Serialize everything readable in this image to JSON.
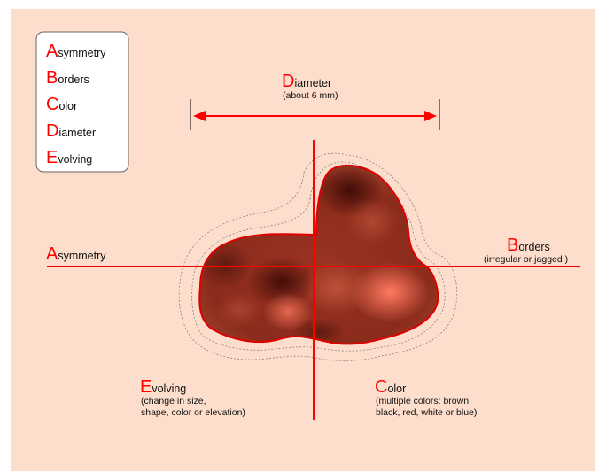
{
  "legend": {
    "items": [
      {
        "initial": "A",
        "rest": "symmetry"
      },
      {
        "initial": "B",
        "rest": "orders"
      },
      {
        "initial": "C",
        "rest": "olor"
      },
      {
        "initial": "D",
        "rest": "iameter"
      },
      {
        "initial": "E",
        "rest": "volving"
      }
    ]
  },
  "diameter": {
    "initial": "D",
    "rest": "iameter",
    "note": "(about 6 mm)"
  },
  "asymmetry": {
    "initial": "A",
    "rest": "symmetry"
  },
  "borders": {
    "initial": "B",
    "rest": "orders",
    "note": "(irregular or jagged )"
  },
  "evolving": {
    "initial": "E",
    "rest": "volving",
    "note_line1": "(change in size,",
    "note_line2": "shape, color or elevation)"
  },
  "color": {
    "initial": "C",
    "rest": "olor",
    "note_line1": "(multiple colors: brown,",
    "note_line2": "black, red, white or blue)"
  },
  "colors": {
    "background": "#fdddcb",
    "accent": "#ff0000",
    "lesion_dark": "#6b1a0f",
    "lesion_mid": "#a63a25",
    "lesion_light": "#f26a55"
  }
}
